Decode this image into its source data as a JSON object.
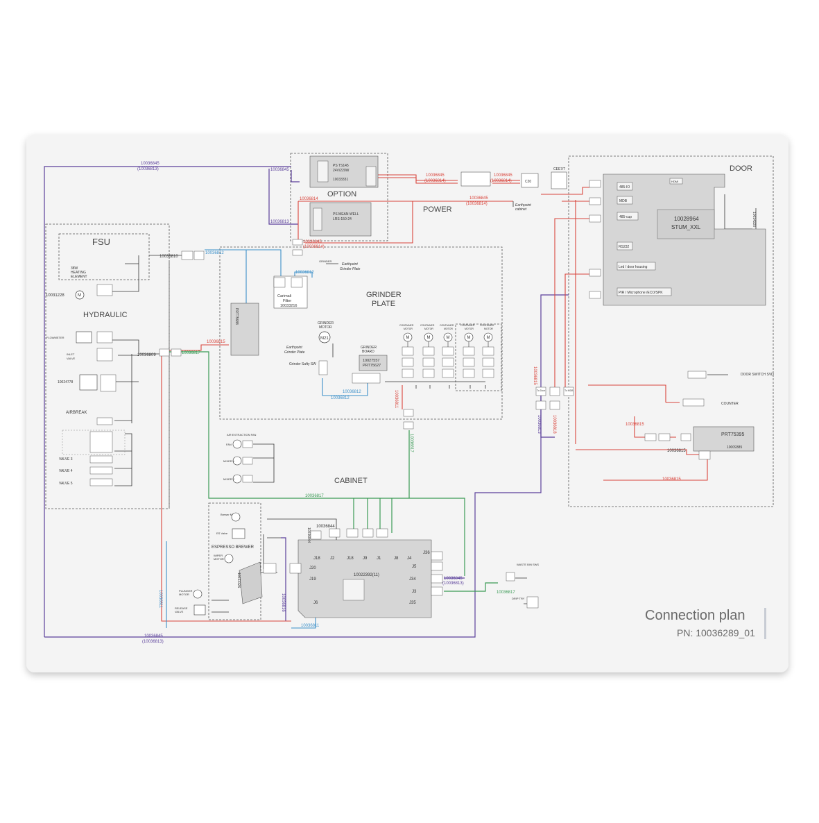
{
  "sections": {
    "option": "OPTION",
    "power": "POWER",
    "door": "DOOR",
    "fsu": "FSU",
    "hydraulic": "HYDRAULIC",
    "grinder_plate_1": "GRINDER",
    "grinder_plate_2": "PLATE",
    "cabinet": "CABINET",
    "airbreak": "AIRBREAK",
    "espresso_brewer": "ESPRESSO BREWER"
  },
  "title": {
    "main": "Connection plan",
    "pn": "PN: 10036289_01"
  },
  "power": {
    "ps1_a": "PS TS145",
    "ps1_b": "24V/220W",
    "ps1_pn": "10033331",
    "ps2_a": "PS MEAN WELL",
    "ps2_b": "LRS-150-24",
    "c20": "C20",
    "cee": "CEE7/7",
    "earth_cabinet_1": "Earthpoint",
    "earth_cabinet_2": "cabinet"
  },
  "door": {
    "board_pn": "10028964",
    "board_name": "STUM_XXL",
    "p_485io": "485-IO",
    "p_mdb": "MDB",
    "p_485cup": "485-cup",
    "p_rs232": "RS232",
    "p_led": "Led / door housing",
    "p_pir": "PIR / Microphone /ECO/SPK",
    "p_hdmi": "HDMI",
    "side_pn": "10034220",
    "door_switch": "DOOR SWITCH SVD",
    "counter": "COUNTER",
    "prt": "PRT75395",
    "prt_pn": "10009385",
    "to_door": "To Door",
    "to_mdb": "To MDB"
  },
  "grinder": {
    "carimali_1": "Carimali",
    "carimali_2": "Filter",
    "carimali_pn": "10033216",
    "prt_bar": "PRT75688",
    "grinder_motor_1": "GRINDER",
    "grinder_motor_2": "MOTOR",
    "m21": "M21",
    "earth_1": "Earthpoint",
    "earth_2": "Grinder Plate",
    "safety": "Grinder Safty SW",
    "board_1": "GRINDER",
    "board_2": "BOARD",
    "board_pn": "10027557",
    "board_prt": "PRT75627",
    "container_label": "CONTAINER",
    "motor_label": "MOTOR",
    "earth_top_1": "Earthpoint",
    "earth_top_2": "Grinder Plate"
  },
  "hydraulic": {
    "fsu_pn": "10031228",
    "heating_1": "38W",
    "heating_2": "HEATING",
    "heating_3": "ELEMENT",
    "flowmeter": "FLOWMETER",
    "inlet_1": "INLET",
    "inlet_2": "VALVE",
    "mix_pn": "10024778",
    "valve3": "VALVE 3",
    "valve4": "VALVE 4",
    "valve5": "VALVE 5"
  },
  "cabinet": {
    "fan": "FAN",
    "mixer1": "MIXER 1",
    "mixer2": "MIXER 2",
    "air_ext": "AIR EXTRACTION FAN",
    "brewer_motor": "Brewer Motor",
    "es_valve": "ES Valve",
    "wiper_1": "WIPER",
    "wiper_2": "MOTOR",
    "plunger_1": "PLUNGER",
    "plunger_2": "MOTOR",
    "release_1": "RELEASE",
    "release_2": "VALVE",
    "brewer_board": "10033326",
    "main_board": "10022392(11)",
    "waste": "WASTE BIN SWS",
    "drip": "DRIP TRY"
  },
  "headers": {
    "j18": "J18",
    "j2": "J2",
    "j18b": "J18",
    "j9": "J9",
    "j1": "J1",
    "j8": "J8",
    "j4": "J4",
    "j36": "J36",
    "j20": "J20",
    "j19": "J19",
    "j5": "J5",
    "j34": "J34",
    "j3": "J3",
    "j35": "J35",
    "j6": "J6"
  },
  "cables": {
    "c845": "10036845",
    "c813": "(10036813)",
    "c813b": "10036813",
    "c814": "10036814",
    "c814b": "(10036814)",
    "c810": "10036810",
    "c812": "10036812",
    "c809": "10036809",
    "c817": "10036817",
    "c815": "10036815",
    "c811": "10036811",
    "c844": "10036844",
    "c816": "10036816",
    "c818": "10036818"
  },
  "colors": {
    "red": "#d9443b",
    "blue": "#3a8fc9",
    "green": "#3a9a55",
    "purple": "#5a3f9a",
    "board": "#d6d6d6",
    "line": "#333333"
  }
}
